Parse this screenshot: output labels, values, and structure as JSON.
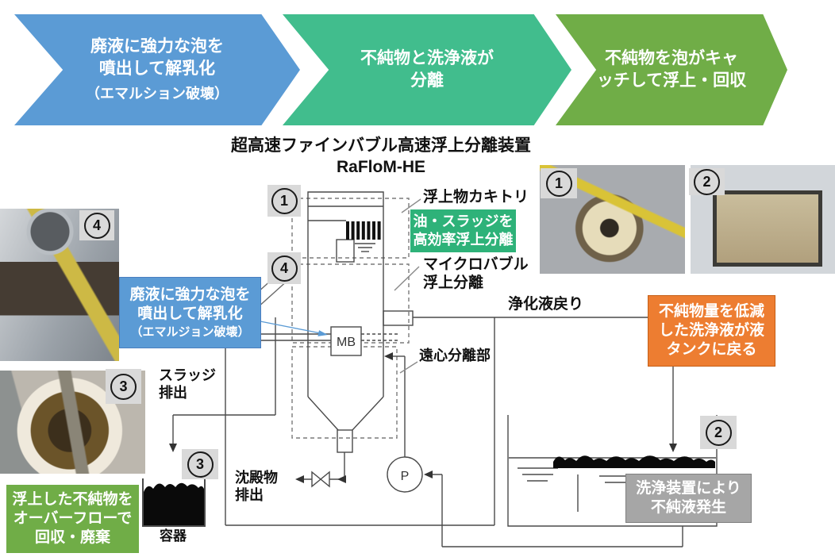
{
  "banner": {
    "steps": [
      {
        "line1": "廃液に強力な泡を",
        "line2": "噴出して解乳化",
        "sub": "（エマルション破壊）"
      },
      {
        "line1": "不純物と洗浄液が",
        "line2": "分離"
      },
      {
        "line1": "不純物を泡がキャ",
        "line2": "ッチして浮上・回収"
      }
    ]
  },
  "title": {
    "line1": "超高速ファインバブル高速浮上分離装置",
    "line2": "RaFloM-HE"
  },
  "diagram": {
    "skimmer_label": "浮上物カキトリ",
    "microbubble_line1": "マイクロバブル",
    "microbubble_line2": "浮上分離",
    "centrifugal_label": "遠心分離部",
    "clean_return_label": "浄化液戻り",
    "sludge_out_line1": "スラッジ",
    "sludge_out_line2": "排出",
    "sediment_out_line1": "沈殿物",
    "sediment_out_line2": "排出",
    "container_label": "容器",
    "mb_label": "MB",
    "pump_label": "P"
  },
  "callouts": {
    "defoam": {
      "line1": "廃液に強力な泡を",
      "line2": "噴出して解乳化",
      "sub": "（エマルジョン破壊）"
    },
    "green_note": {
      "line1": "油・スラッジを",
      "line2": "高効率浮上分離"
    },
    "return": {
      "line1": "不純物量を低減",
      "line2": "した洗浄液が液",
      "line3": "タンクに戻る"
    },
    "washer": {
      "line1": "洗浄装置により",
      "line2": "不純液発生"
    },
    "overflow": {
      "line1": "浮上した不純物を",
      "line2": "オーバーフローで",
      "line3": "回収・廃棄"
    }
  },
  "markers": {
    "tank_top": "1",
    "tank_inlet": "4",
    "photo_equipment": "4",
    "photo_vat": "1",
    "photo_pit": "2",
    "photo_bucket": "3",
    "container": "3",
    "wash_tank": "2"
  },
  "colors": {
    "step1_blue": "#5B9BD5",
    "step2_teal": "#41BD8D",
    "step3_green": "#70AD47",
    "green_note": "#2EB279",
    "orange_box": "#ED7D31",
    "gray_box": "#A6A6A6",
    "overflow_green": "#70AD47"
  }
}
